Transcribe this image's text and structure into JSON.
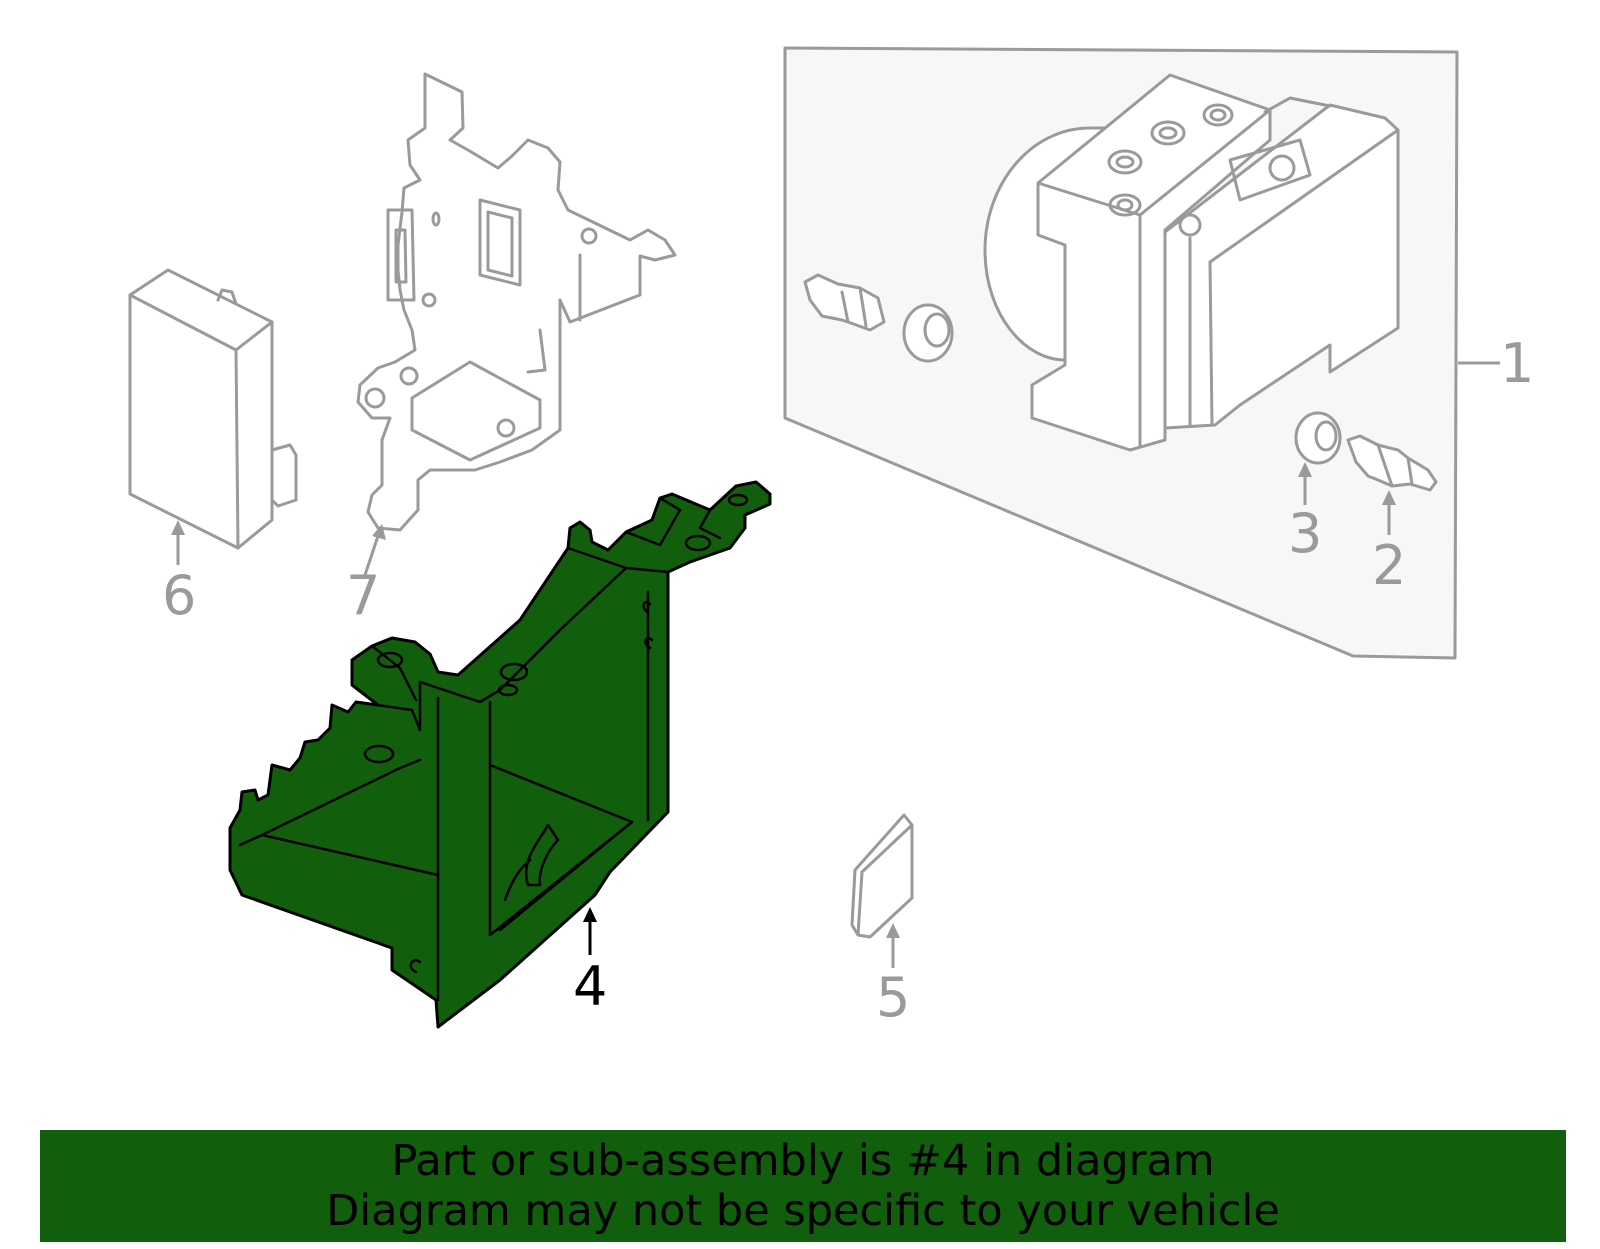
{
  "callouts": {
    "c1": "1",
    "c2": "2",
    "c3": "3",
    "c4": "4",
    "c5": "5",
    "c6": "6",
    "c7": "7"
  },
  "highlighted_part": "4",
  "banner": {
    "line1": "Part or sub-assembly is #4 in diagram",
    "line2": "Diagram may not be specific to your vehicle"
  },
  "colors": {
    "highlight": "#115f0c",
    "outline_gray": "#9a9a9a",
    "background": "#ffffff"
  }
}
